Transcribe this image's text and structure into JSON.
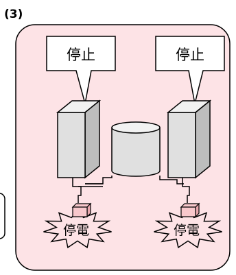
{
  "figure": {
    "label": "(3)",
    "left_server": {
      "callout": "停止",
      "power_label": "停電"
    },
    "right_server": {
      "callout": "停止",
      "power_label": "停電"
    },
    "colors": {
      "panel_fill": "#fde3e6",
      "burst_fill": "#fde3e6",
      "server_front": "#e0e0e0",
      "server_side": "#bdbdbd",
      "server_top": "#f2f2f2",
      "outlet_fill": "#f8c8cc",
      "stroke": "#000000"
    }
  }
}
